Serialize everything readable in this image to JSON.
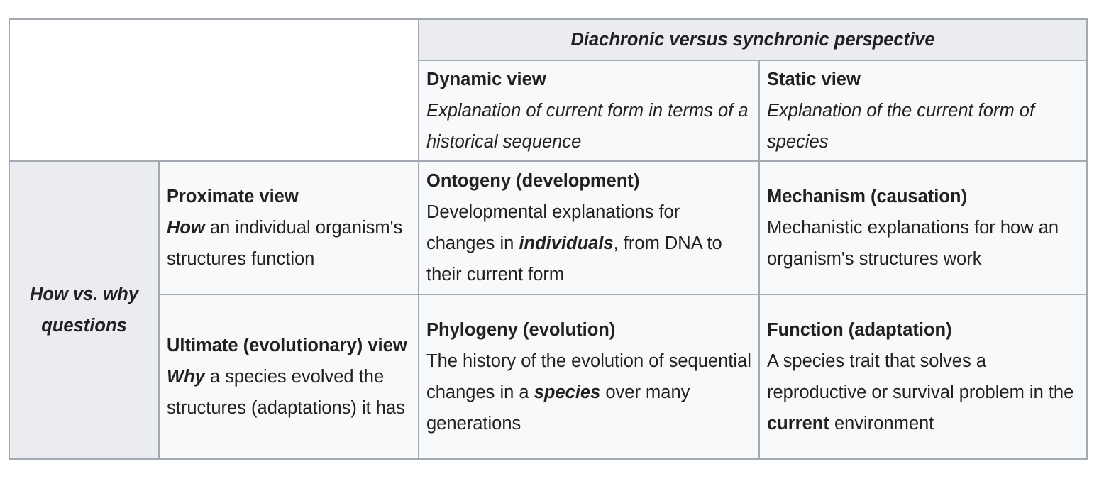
{
  "top_header": "Diachronic versus synchronic perspective",
  "columns": {
    "dynamic": {
      "title": "Dynamic view",
      "desc": "Explanation of current form in terms of a historical sequence"
    },
    "static": {
      "title": "Static view",
      "desc": "Explanation of the current form of species"
    }
  },
  "row_group": "How vs. why questions",
  "rows": {
    "proximate": {
      "title": "Proximate view",
      "desc_em": "How",
      "desc_rest": " an individual organism's structures function"
    },
    "ultimate": {
      "title": "Ultimate (evolutionary) view",
      "desc_em": "Why",
      "desc_rest": " a species evolved the structures (adaptations) it has"
    }
  },
  "cells": {
    "ontogeny": {
      "title": "Ontogeny (development)",
      "desc_pre": "Developmental explanations for changes in ",
      "desc_em": "individuals",
      "desc_post": ", from DNA to their current form"
    },
    "mechanism": {
      "title": "Mechanism (causation)",
      "desc": "Mechanistic explanations for how an organism's structures work"
    },
    "phylogeny": {
      "title": "Phylogeny (evolution)",
      "desc_pre": "The history of the evolution of sequential changes in a ",
      "desc_em": "species",
      "desc_post": " over many generations"
    },
    "function": {
      "title": "Function (adaptation)",
      "desc_pre": "A species trait that solves a reproductive or survival problem in the ",
      "desc_em": "current",
      "desc_post": " environment"
    }
  }
}
